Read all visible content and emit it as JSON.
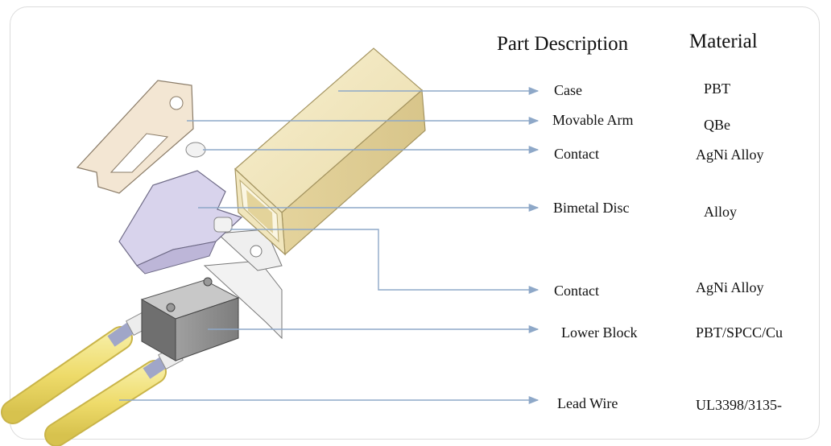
{
  "headers": {
    "part_description": "Part Description",
    "material": "Material"
  },
  "parts": [
    {
      "name": "Case",
      "material": "PBT"
    },
    {
      "name": "Movable Arm",
      "material": "QBe"
    },
    {
      "name": "Contact",
      "material": "AgNi Alloy"
    },
    {
      "name": "Bimetal Disc",
      "material": "Alloy"
    },
    {
      "name": "Contact",
      "material": "AgNi Alloy"
    },
    {
      "name": "Lower Block",
      "material": "PBT/SPCC/Cu"
    },
    {
      "name": "Lead Wire",
      "material": "UL3398/3135-"
    }
  ],
  "colors": {
    "leader_line": "#8ea8c8",
    "case": "#efe2b4",
    "wire": "#efe07a",
    "block": "#8e8e8e"
  }
}
